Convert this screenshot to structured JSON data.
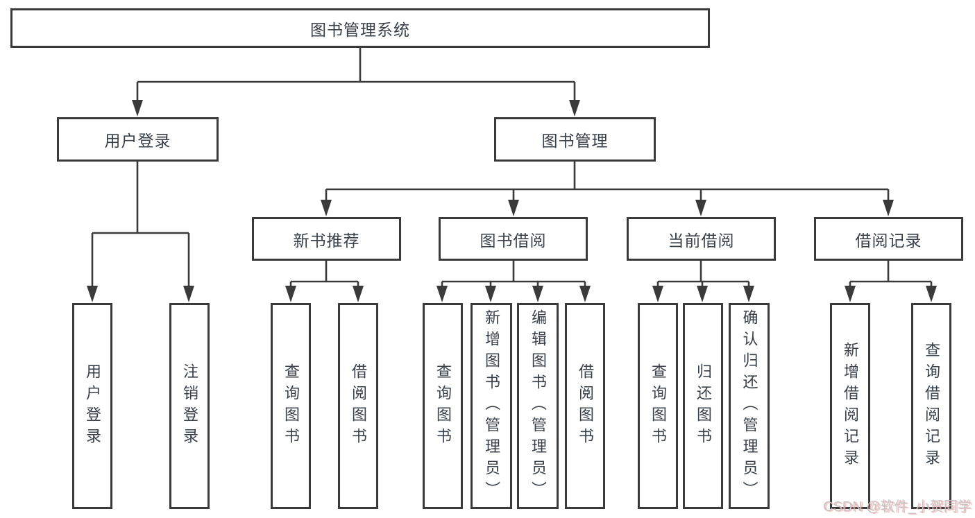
{
  "diagram": {
    "root": {
      "label": "图书管理系统"
    },
    "level2": {
      "user_login": {
        "label": "用户登录"
      },
      "book_mgmt": {
        "label": "图书管理"
      }
    },
    "level3": {
      "new_book": {
        "label": "新书推荐"
      },
      "book_borrow": {
        "label": "图书借阅"
      },
      "current_borrow": {
        "label": "当前借阅"
      },
      "borrow_record": {
        "label": "借阅记录"
      }
    },
    "leaves": {
      "user_login": [
        "用户登录",
        "注销登录"
      ],
      "new_book": [
        "查询图书",
        "借阅图书"
      ],
      "book_borrow": [
        "查询图书",
        "新增图书（管理员）",
        "编辑图书（管理员）",
        "借阅图书"
      ],
      "current_borrow": [
        "查询图书",
        "归还图书",
        "确认归还（管理员）"
      ],
      "borrow_record": [
        "新增借阅记录",
        "查询借阅记录"
      ]
    }
  },
  "watermark": {
    "text": "CSDN @软件_小贺同学"
  },
  "colors": {
    "line": "#3a3a3a",
    "box_border": "#3a3a3a",
    "box_fill": "#ffffff",
    "text": "#38404a",
    "watermark_gray": "#c7c7c7",
    "watermark_red": "#f87272"
  }
}
